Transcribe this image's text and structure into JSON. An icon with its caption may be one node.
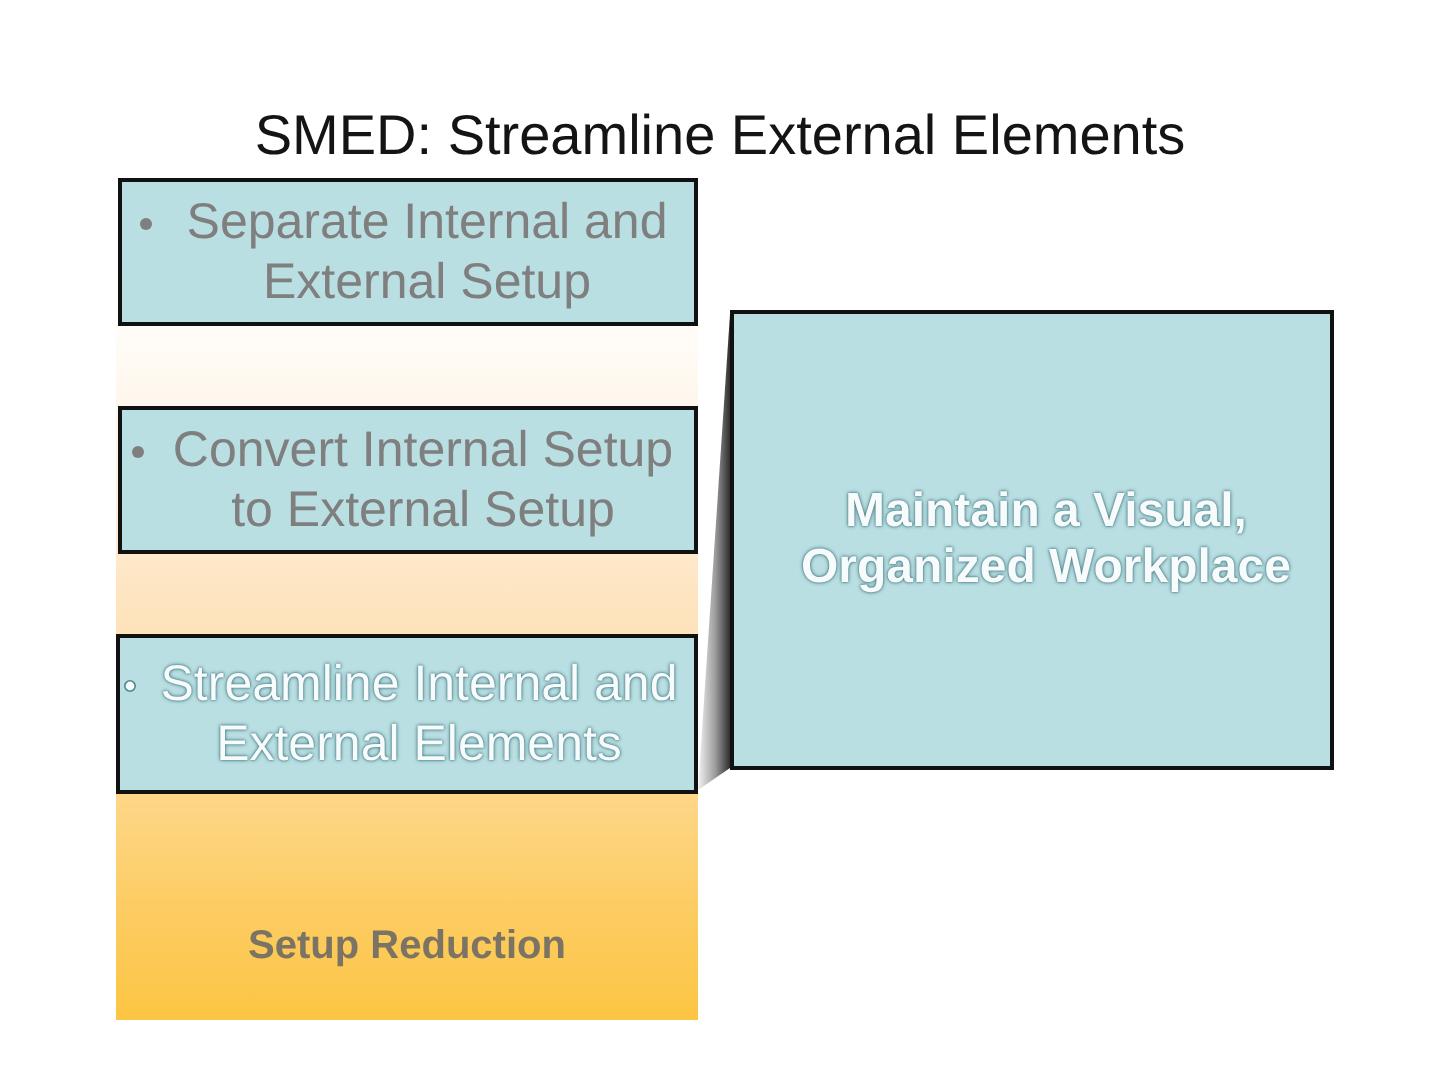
{
  "diagram": {
    "title": "SMED: Streamline External Elements",
    "nodes": [
      {
        "text": [
          "Setup Reduction"
        ]
      },
      {
        "text": [
          "Separate Internal and External Setup"
        ],
        "in": 0
      },
      {
        "text": [
          "Convert Internal Setup to External Setup"
        ],
        "in": 0
      },
      {
        "text": [
          "Streamline Internal and External Elements"
        ],
        "in": 0
      },
      {
        "text": [
          "Maintain a Visual, Organized Workplace"
        ]
      }
    ],
    "edges": [
      {
        "from": 3,
        "to": 4,
        "arrow": "none"
      }
    ]
  }
}
